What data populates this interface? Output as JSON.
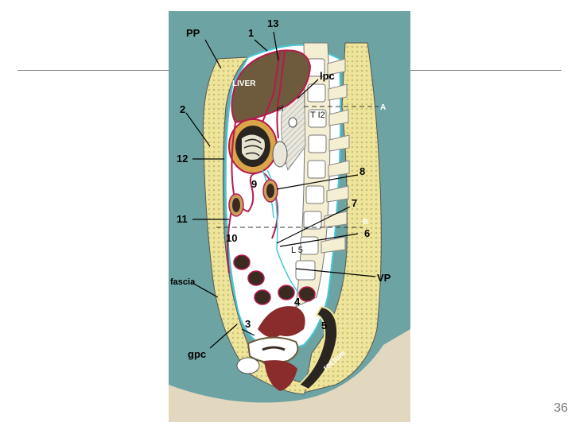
{
  "slide": {
    "page_number": "36"
  },
  "diagram": {
    "labels": {
      "pp": "PP",
      "n1": "1",
      "n13": "13",
      "liver": "LIVER",
      "lpc": "lpc",
      "ef": "ef",
      "t12": "T I2",
      "a": "A",
      "n2": "2",
      "n12": "12",
      "n8": "8",
      "n9": "9",
      "n7": "7",
      "n11": "11",
      "b": "B",
      "n6": "6",
      "n10": "10",
      "l5": "L 5",
      "fascia": "fascia",
      "vp": "VP",
      "n4": "4",
      "n3": "3",
      "n5": "5",
      "rectum": "rectum",
      "gpc": "gpc"
    },
    "colors": {
      "background": "#6ea3a3",
      "fat": "#efe59a",
      "fat_dots": "#c9c07a",
      "skin": "#e2d8c0",
      "liver": "#6e5a3c",
      "peritoneum_red": "#b51b4e",
      "peritoneum_cyan": "#44c8d8",
      "vertebra": "#f4eed2",
      "bowel_dark": "#3a2a20",
      "bowel_ring": "#c8a05a",
      "organ_red": "#8b2c2c"
    }
  }
}
